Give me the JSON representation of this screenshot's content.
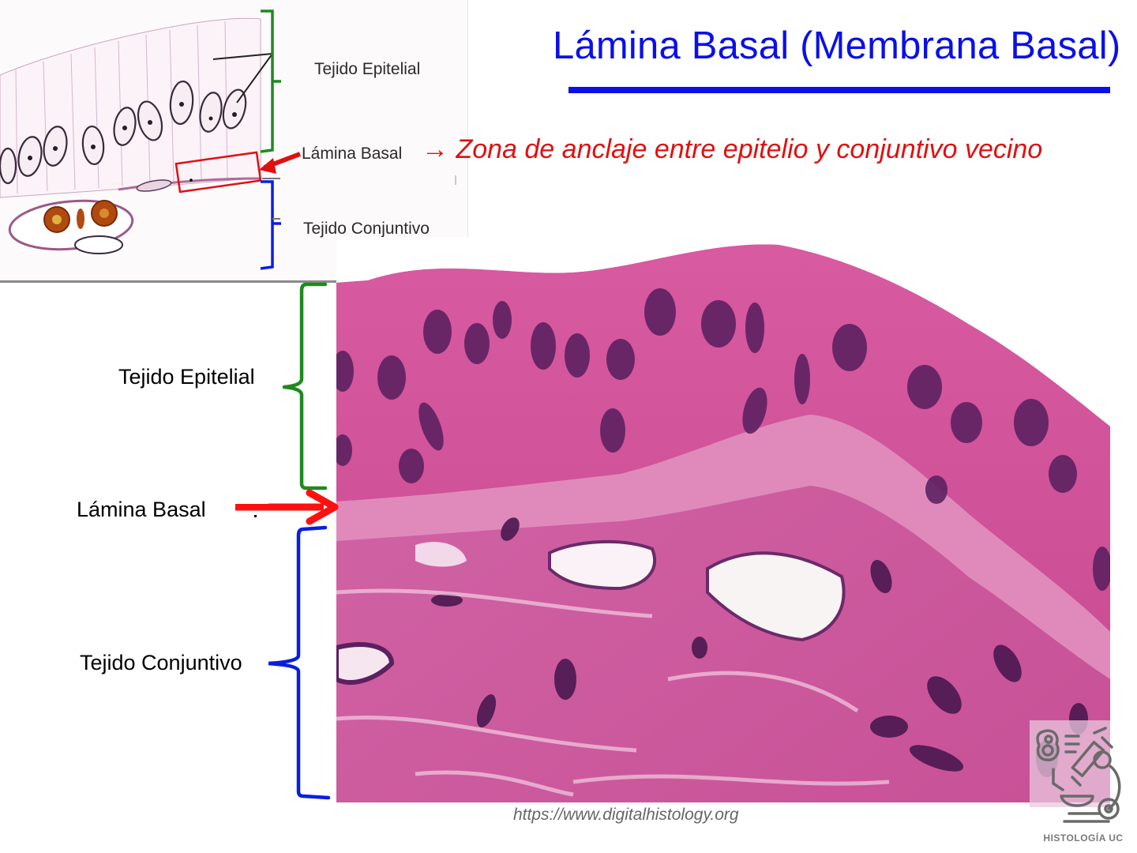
{
  "slide": {
    "title": "Lámina Basal (Membrana Basal)",
    "subtitle": "→ Zona de anclaje entre epitelio y conjuntivo vecino",
    "colors": {
      "title": "#0a10e6",
      "subtitle": "#e01010",
      "epithelium_bracket": "#1e8a1e",
      "connective_bracket": "#0a1ee0",
      "arrow": "#ff1010",
      "tissue_pink": "#d65aa3",
      "nucleus_purple": "#5a2060"
    }
  },
  "inset_diagram": {
    "labels": {
      "epithelial": "Tejido Epitelial",
      "basal_lamina": "Lámina Basal",
      "connective": "Tejido Conjuntivo"
    }
  },
  "micrograph": {
    "labels": {
      "epithelial": "Tejido Epitelial",
      "basal_lamina": "Lámina Basal",
      "connective": "Tejido Conjuntivo"
    },
    "source": "https://www.digitalhistology.org"
  },
  "logo": {
    "text": "HISTOLOGÍA UC",
    "icon": "microscope-cell-icon"
  }
}
